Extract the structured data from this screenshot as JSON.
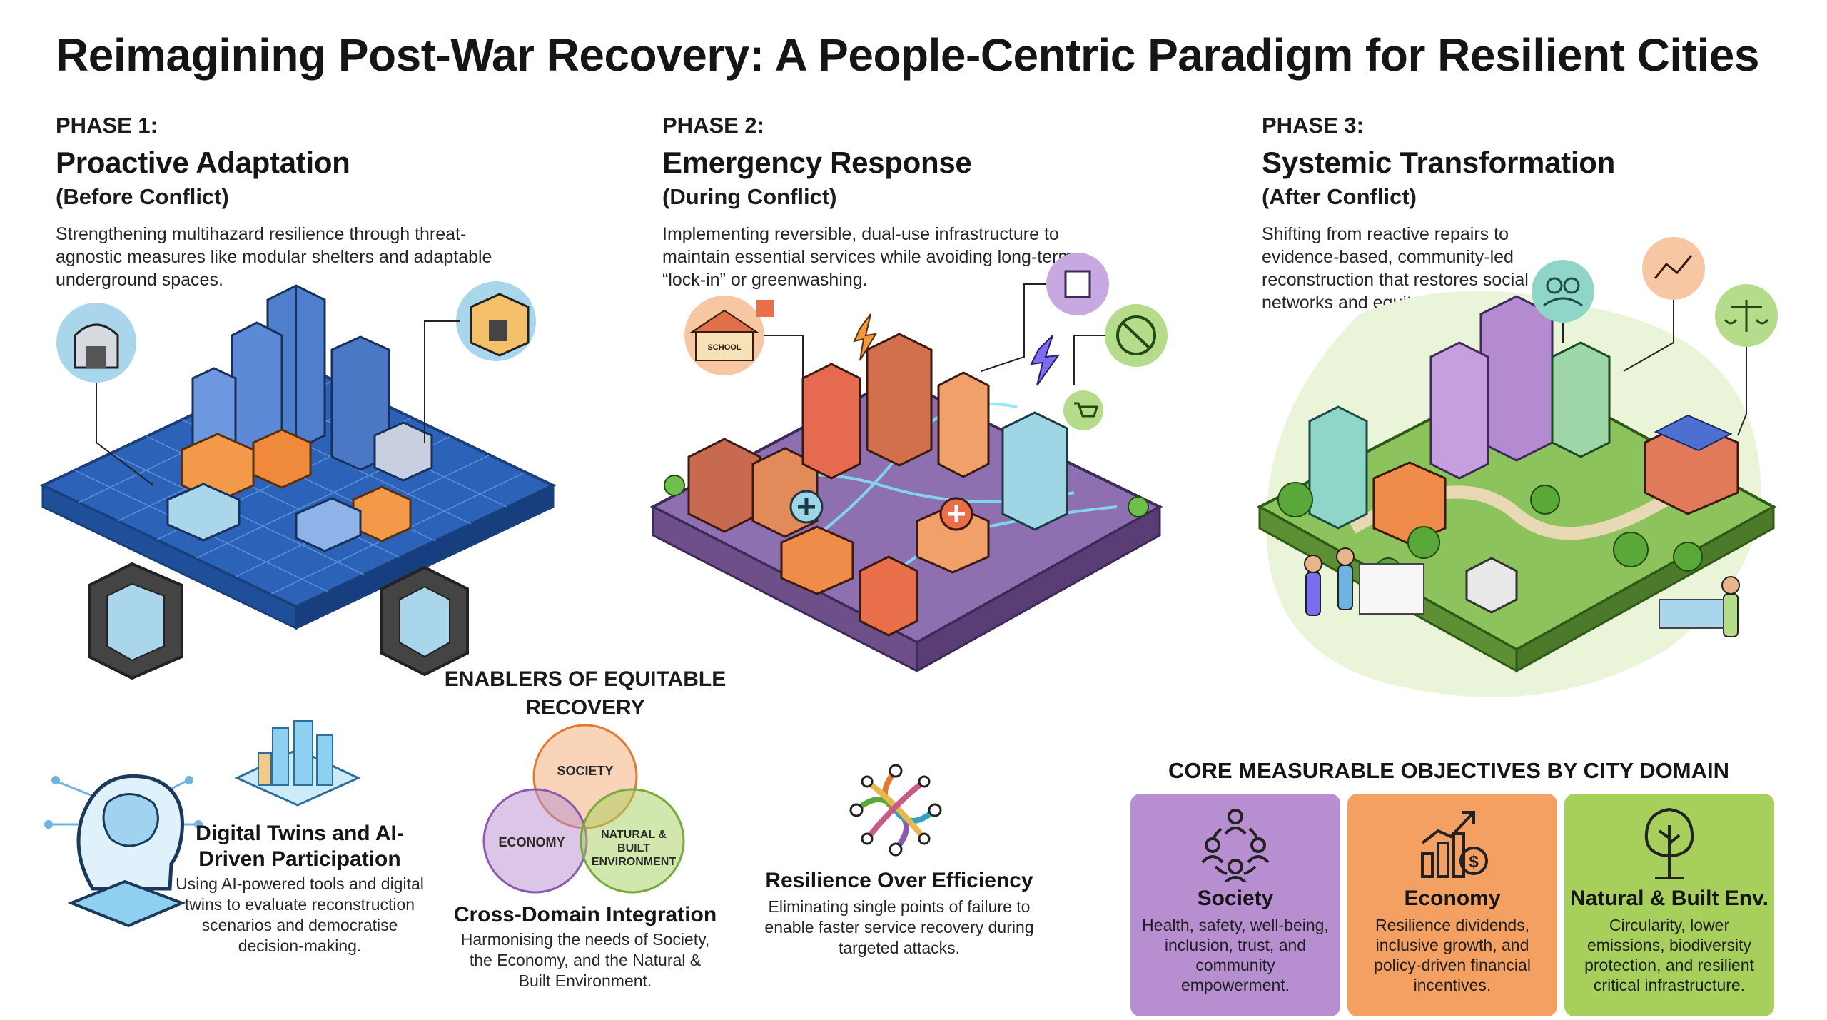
{
  "title": "Reimagining Post-War Recovery: A People-Centric Paradigm for Resilient Cities",
  "phases": [
    {
      "label": "PHASE 1:",
      "title": "Proactive Adaptation",
      "subtitle": "(Before Conflict)",
      "description": "Strengthening multihazard resilience through threat-agnostic measures like modular shelters and adaptable underground spaces."
    },
    {
      "label": "PHASE 2:",
      "title": "Emergency Response",
      "subtitle": "(During Conflict)",
      "description": "Implementing reversible, dual-use infrastructure to maintain essential services while avoiding long-term “lock-in” or greenwashing."
    },
    {
      "label": "PHASE 3:",
      "title": "Systemic Transformation",
      "subtitle": "(After Conflict)",
      "description": "Shifting from reactive repairs to evidence-based, community-led reconstruction that restores social networks and equity."
    }
  ],
  "phase2_art": {
    "school_sign": "SCHOOL"
  },
  "enablers": {
    "heading": "ENABLERS OF EQUITABLE RECOVERY",
    "digital": {
      "title": "Digital Twins and AI-Driven Participation",
      "description": "Using AI-powered tools and digital twins to evaluate reconstruction scenarios and democratise decision-making."
    },
    "venn": {
      "society": "SOCIETY",
      "economy": "ECONOMY",
      "natural": "NATURAL & BUILT ENVIRONMENT"
    },
    "cross_domain": {
      "title": "Cross-Domain Integration",
      "description": "Harmonising the needs of Society, the Economy, and the Natural & Built Environment."
    },
    "resilience": {
      "title": "Resilience Over Efficiency",
      "description": "Eliminating single points of failure to enable faster service recovery during targeted attacks."
    }
  },
  "core": {
    "heading": "CORE MEASURABLE OBJECTIVES BY CITY DOMAIN",
    "cards": [
      {
        "name": "Society",
        "description": "Health, safety, well-being, inclusion, trust, and community empowerment.",
        "icon": "people-network-icon",
        "color": "#b78ed0"
      },
      {
        "name": "Economy",
        "description": "Resilience dividends, inclusive growth, and policy-driven financial incentives.",
        "icon": "growth-chart-icon",
        "color": "#f4a063"
      },
      {
        "name": "Natural & Built Env.",
        "description": "Circularity, lower emissions, biodiversity protection, and resilient critical infrastructure.",
        "icon": "tree-icon",
        "color": "#a6cf5c"
      }
    ]
  },
  "colors": {
    "society": "#b78ed0",
    "economy": "#f4a063",
    "natural": "#a6cf5c",
    "blueprint": "#2c63b8",
    "phase2_base": "#6e4f8a"
  }
}
